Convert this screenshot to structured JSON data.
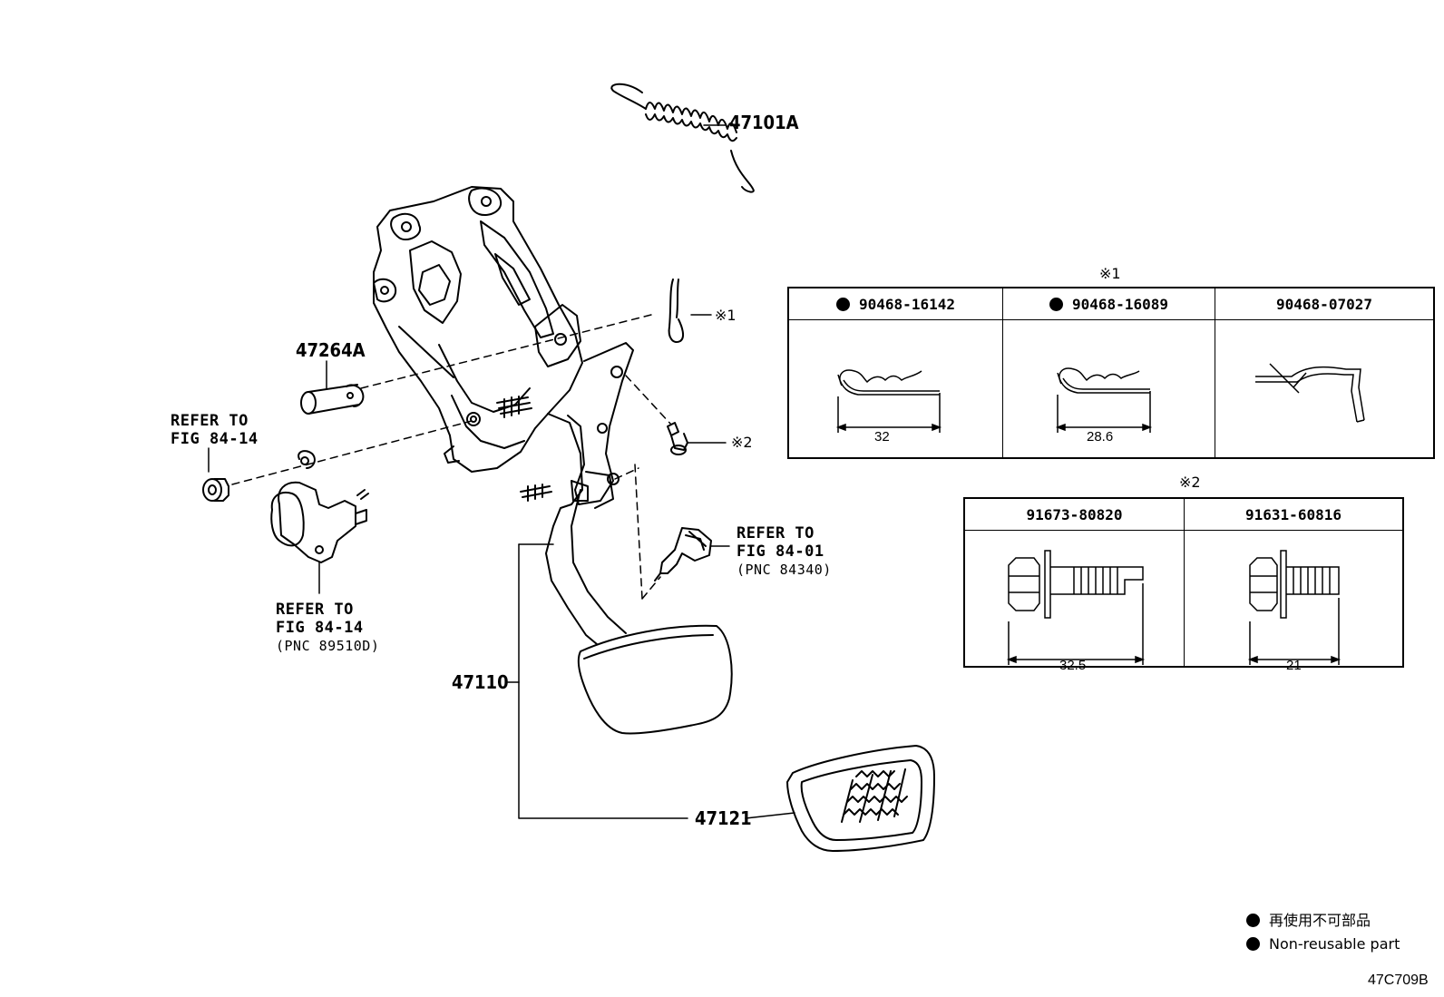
{
  "callouts": {
    "spring": "47101A",
    "pin": "47264A",
    "pedal": "47110",
    "pad": "47121",
    "note1": "※1",
    "note2": "※2"
  },
  "refs": {
    "bushing": {
      "line1": "REFER TO",
      "line2": "FIG 84-14"
    },
    "sensor": {
      "line1": "REFER TO",
      "line2": "FIG 84-14",
      "line3": "(PNC 89510D)"
    },
    "switch": {
      "line1": "REFER TO",
      "line2": "FIG 84-01",
      "line3": "(PNC 84340)"
    }
  },
  "table1": {
    "title": "※1",
    "cols": [
      {
        "part": "90468-16142",
        "nonreusable": true,
        "dim": "32"
      },
      {
        "part": "90468-16089",
        "nonreusable": true,
        "dim": "28.6"
      },
      {
        "part": "90468-07027",
        "nonreusable": false,
        "dim": ""
      }
    ]
  },
  "table2": {
    "title": "※2",
    "cols": [
      {
        "part": "91673-80820",
        "dim": "32.5"
      },
      {
        "part": "91631-60816",
        "dim": "21"
      }
    ]
  },
  "legend": {
    "jp": "再使用不可部品",
    "en": "Non-reusable part"
  },
  "figure_code": "47C709B"
}
